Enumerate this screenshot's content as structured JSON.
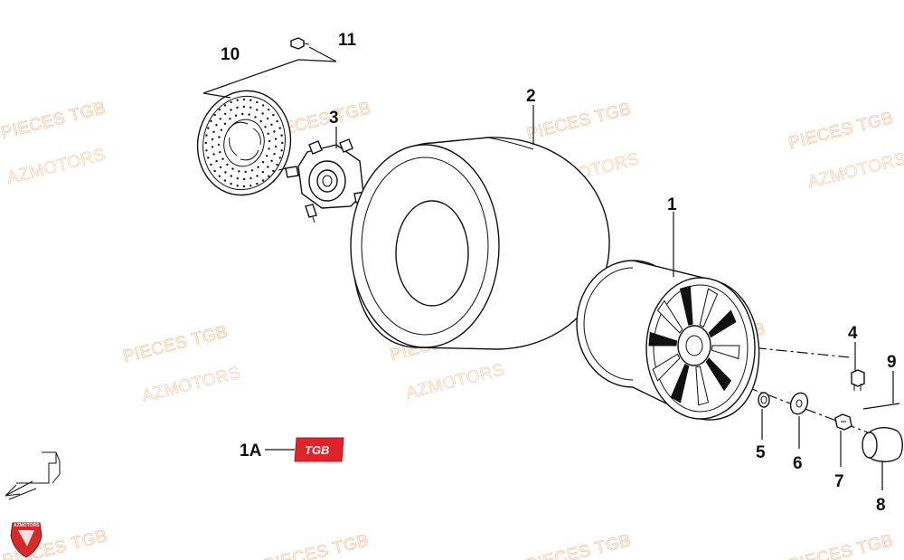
{
  "diagram": {
    "callouts": {
      "c1": "1",
      "c1a": "1A",
      "c2": "2",
      "c3": "3",
      "c4": "4",
      "c5": "5",
      "c6": "6",
      "c7": "7",
      "c8": "8",
      "c9": "9",
      "c10": "10",
      "c11": "11"
    },
    "badge": {
      "text": "TGB",
      "color": "#e0222a"
    },
    "watermarks": {
      "pieces": "PIECES TGB",
      "azmotors": "AZMOTORS"
    },
    "corner_logo": {
      "text": "AZMOTORS",
      "color": "#d42a2a"
    },
    "icons": [
      "front-arrow-icon",
      "azmotors-shield-icon"
    ]
  }
}
